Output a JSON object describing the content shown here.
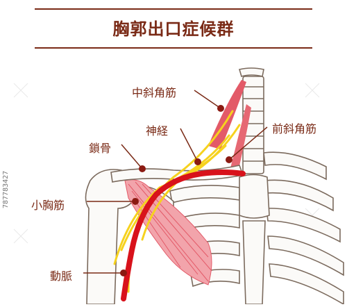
{
  "title": "胸郭出口症候群",
  "labels": {
    "scalenus_medius": "中斜角筋",
    "nerve": "神経",
    "scalenus_anterior": "前斜角筋",
    "clavicle": "鎖骨",
    "pectoralis_minor": "小胸筋",
    "artery": "動脈"
  },
  "watermark": "787783427",
  "colors": {
    "label": "#7a2a16",
    "bone_outline": "#7b6a5d",
    "artery": "#d8121b",
    "nerve": "#f6d21e",
    "muscle": "#e35a68",
    "muscle_light": "#f7c9cc"
  }
}
